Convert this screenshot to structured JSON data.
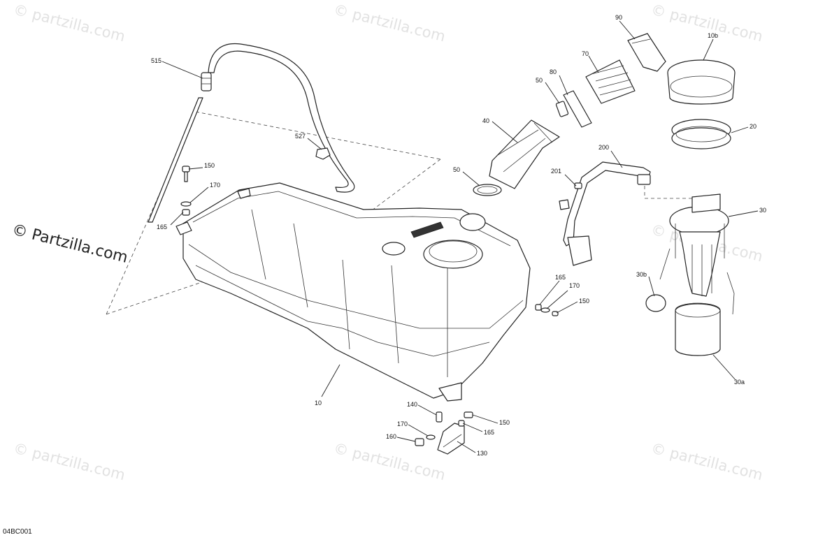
{
  "diagram_ref": "04BC001",
  "watermark": {
    "text": "© partzilla.com",
    "prominent_text": "© Partzilla.com",
    "color": "#e2e2e2"
  },
  "callouts": {
    "c515": "515",
    "c527": "527",
    "c150a": "150",
    "c170a": "170",
    "c165a": "165",
    "c10": "10",
    "c40": "40",
    "c50a": "50",
    "c50b": "50",
    "c80": "80",
    "c70": "70",
    "c90": "90",
    "c10b": "10b",
    "c20": "20",
    "c200": "200",
    "c201": "201",
    "c30": "30",
    "c30b": "30b",
    "c30a": "30a",
    "c165b": "165",
    "c170b": "170",
    "c150b": "150",
    "c140": "140",
    "c170c": "170",
    "c160": "160",
    "c150c": "150",
    "c165c": "165",
    "c130": "130"
  }
}
